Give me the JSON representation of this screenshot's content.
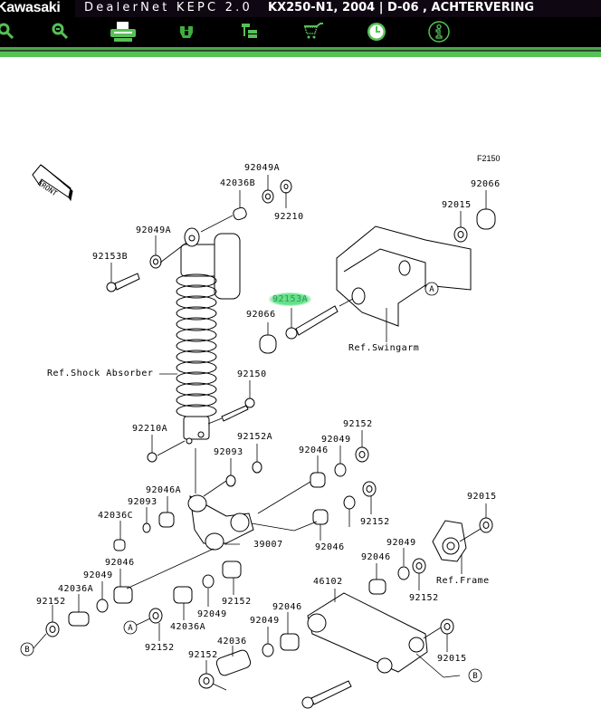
{
  "header": {
    "brand": "Kawasaki",
    "app_name": "DealerNet KEPC 2.0",
    "page_title": "KX250-N1, 2004 | D-06 , ACHTERVERING"
  },
  "toolbar": {
    "items": [
      {
        "name": "zoom-in",
        "icon": "magnifier-plus-icon"
      },
      {
        "name": "zoom-out",
        "icon": "magnifier-minus-icon"
      },
      {
        "name": "print",
        "icon": "printer-icon"
      },
      {
        "name": "parts",
        "icon": "parts-icon"
      },
      {
        "name": "tree",
        "icon": "tree-icon"
      },
      {
        "name": "cart",
        "icon": "cart-icon"
      },
      {
        "name": "history",
        "icon": "clock-icon"
      },
      {
        "name": "info",
        "icon": "info-icon"
      }
    ],
    "accent": "#56c156"
  },
  "diagram": {
    "figure_code": "F2150",
    "front_label": "FRONT",
    "highlighted_part": "92153A",
    "highlight_color": "#66e08a",
    "refs": {
      "shock_absorber": "Ref.Shock Absorber",
      "swingarm": "Ref.Swingarm",
      "frame": "Ref.Frame"
    },
    "callouts": {
      "a": "A",
      "b": "B"
    },
    "labels": [
      "92049A",
      "42036B",
      "92210",
      "92015",
      "92066",
      "92049A",
      "92153B",
      "92153A",
      "92066",
      "92150",
      "92210A",
      "92152A",
      "92093",
      "92152",
      "92049",
      "92046",
      "92046A",
      "92093",
      "42036C",
      "39007",
      "92152",
      "92046",
      "92015",
      "92046",
      "92049",
      "92049",
      "92046",
      "92049",
      "42036A",
      "92152",
      "46102",
      "92046",
      "92152",
      "92049",
      "92152",
      "42036A",
      "92152",
      "92015",
      "92152",
      "42036"
    ]
  }
}
